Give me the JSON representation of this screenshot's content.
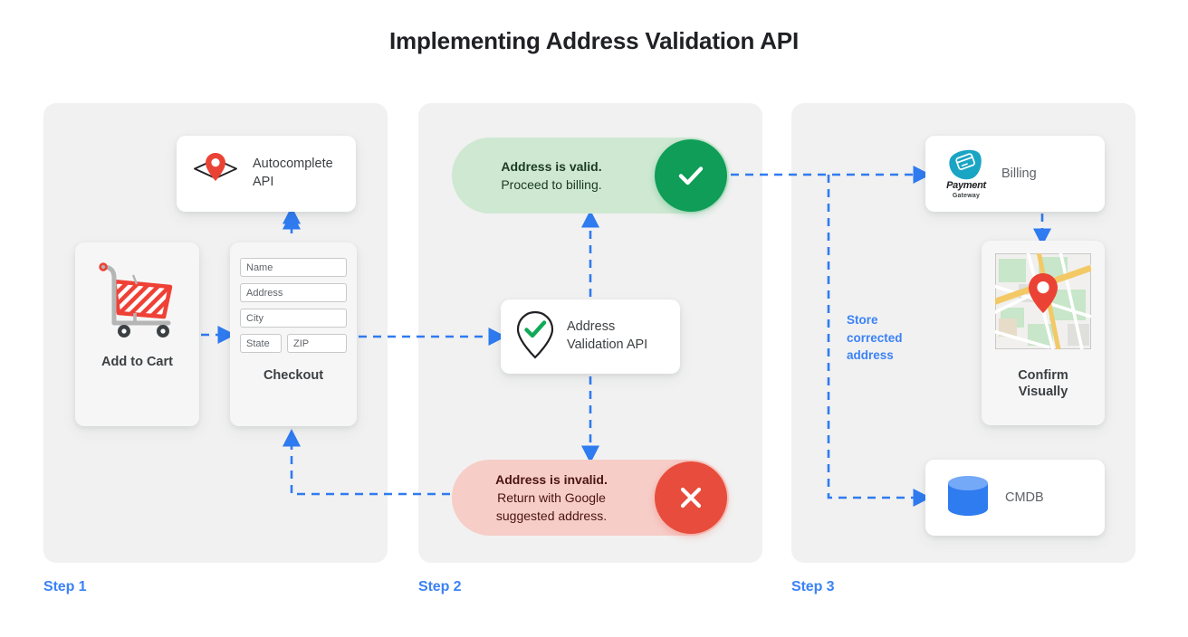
{
  "page": {
    "title": "Implementing Address Validation API",
    "background": "#ffffff",
    "panel_bg": "#f1f1f1",
    "accent_blue": "#3b82f6",
    "success_green": "#0f9d58",
    "error_red": "#e74c3c"
  },
  "steps": [
    {
      "id": "step-1",
      "label": "Step 1"
    },
    {
      "id": "step-2",
      "label": "Step 2"
    },
    {
      "id": "step-3",
      "label": "Step 3"
    }
  ],
  "step1": {
    "autocomplete_card": {
      "icon": "map-pin-diamond-icon",
      "label_line1": "Autocomplete",
      "label_line2": "API"
    },
    "add_to_cart_card": {
      "icon": "shopping-cart-icon",
      "caption": "Add to Cart"
    },
    "checkout_card": {
      "caption": "Checkout",
      "fields": [
        {
          "name": "name-field",
          "placeholder": "Name"
        },
        {
          "name": "address-field",
          "placeholder": "Address"
        },
        {
          "name": "city-field",
          "placeholder": "City"
        },
        {
          "name": "state-field",
          "placeholder": "State"
        },
        {
          "name": "zip-field",
          "placeholder": "ZIP"
        }
      ]
    }
  },
  "step2": {
    "valid_pill": {
      "line1": "Address is valid.",
      "line2": "Proceed to billing.",
      "badge_icon": "check-icon",
      "badge_color": "#0f9d58",
      "pill_color": "#cfe8d2"
    },
    "validation_card": {
      "icon": "map-pin-check-icon",
      "label_line1": "Address",
      "label_line2": "Validation API"
    },
    "invalid_pill": {
      "line1": "Address is invalid.",
      "line2": "Return with Google",
      "line3": "suggested address.",
      "badge_icon": "close-x-icon",
      "badge_color": "#e74c3c",
      "pill_color": "#f7cdc8"
    }
  },
  "step3": {
    "billing_card": {
      "icon": "payment-gateway-icon",
      "logo_text": "Payment",
      "logo_sub": "Gateway",
      "label": "Billing"
    },
    "confirm_card": {
      "icon": "map-thumbnail-icon",
      "caption_line1": "Confirm",
      "caption_line2": "Visually"
    },
    "cmdb_card": {
      "icon": "database-cylinder-icon",
      "label": "CMDB"
    },
    "store_label_line1": "Store",
    "store_label_line2": "corrected",
    "store_label_line3": "address"
  }
}
